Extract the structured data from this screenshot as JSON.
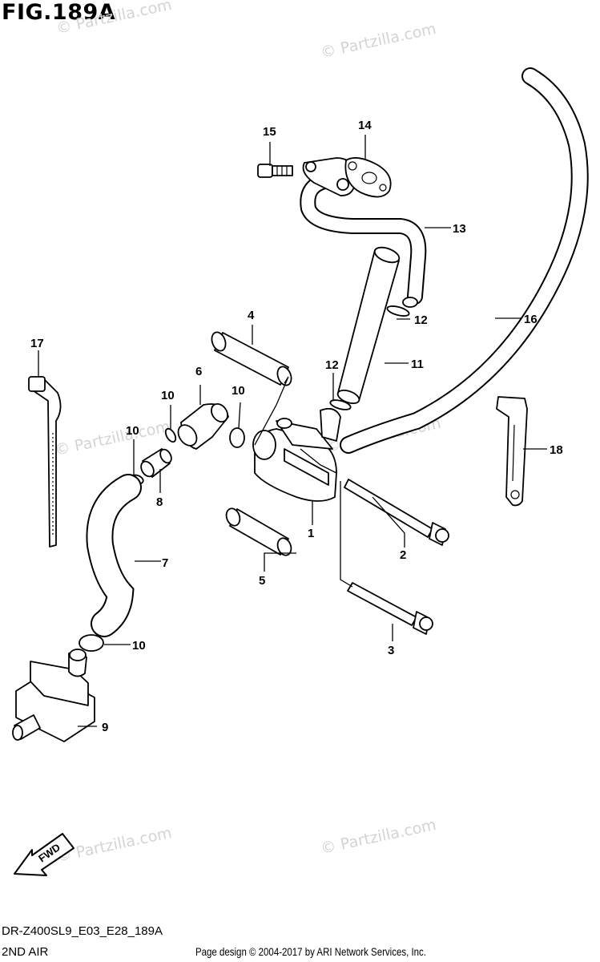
{
  "figure": {
    "title": "FIG.189A"
  },
  "watermark": {
    "text": "© Partzilla.com"
  },
  "callouts": [
    {
      "id": "c1",
      "label": "1"
    },
    {
      "id": "c2",
      "label": "2"
    },
    {
      "id": "c3",
      "label": "3"
    },
    {
      "id": "c4",
      "label": "4"
    },
    {
      "id": "c5",
      "label": "5"
    },
    {
      "id": "c6",
      "label": "6"
    },
    {
      "id": "c7",
      "label": "7"
    },
    {
      "id": "c8",
      "label": "8"
    },
    {
      "id": "c9",
      "label": "9"
    },
    {
      "id": "c10a",
      "label": "10"
    },
    {
      "id": "c10b",
      "label": "10"
    },
    {
      "id": "c10c",
      "label": "10"
    },
    {
      "id": "c10d",
      "label": "10"
    },
    {
      "id": "c11",
      "label": "11"
    },
    {
      "id": "c12a",
      "label": "12"
    },
    {
      "id": "c12b",
      "label": "12"
    },
    {
      "id": "c13",
      "label": "13"
    },
    {
      "id": "c14",
      "label": "14"
    },
    {
      "id": "c15",
      "label": "15"
    },
    {
      "id": "c16",
      "label": "16"
    },
    {
      "id": "c17",
      "label": "17"
    },
    {
      "id": "c18",
      "label": "18"
    }
  ],
  "fwd_arrow": {
    "label": "FWD"
  },
  "footer": {
    "code": "DR-Z400SL9_E03_E28_189A",
    "name": "2ND AIR",
    "credit": "Page design © 2004-2017 by ARI Network Services, Inc."
  }
}
